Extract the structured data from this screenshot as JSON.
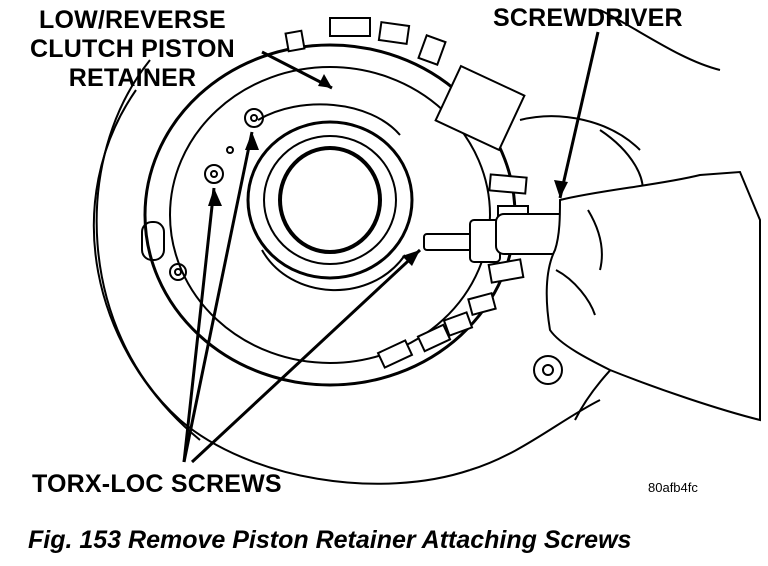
{
  "labels": {
    "low_reverse": [
      "LOW/REVERSE",
      "CLUTCH PISTON",
      "RETAINER"
    ],
    "screwdriver": "SCREWDRIVER",
    "torx_loc_screws": "TORX-LOC SCREWS",
    "image_code": "80afb4fc"
  },
  "caption": "Fig. 153 Remove Piston Retainer Attaching Screws"
}
